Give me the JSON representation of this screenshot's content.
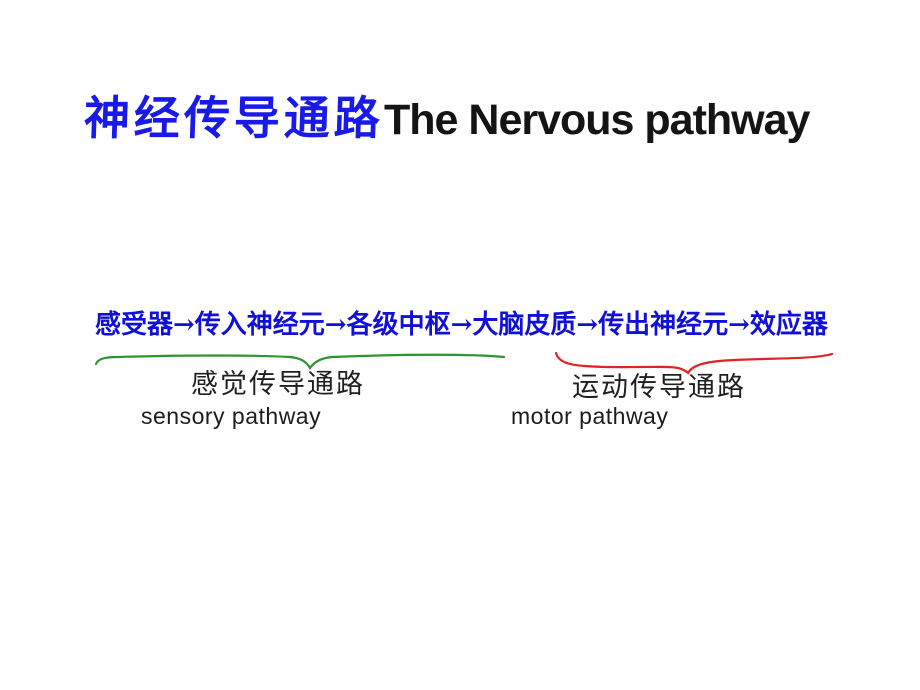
{
  "title": {
    "zh": "神经传导通路",
    "en": "The Nervous pathway"
  },
  "flow": {
    "text": "感受器→传入神经元→各级中枢→大脑皮质→传出神经元→效应器",
    "color": "#1010d8"
  },
  "groups": [
    {
      "zh_label": "感觉传导通路",
      "en_label": "sensory pathway",
      "brace_color": "#2e9430"
    },
    {
      "zh_label": "运动传导通路",
      "en_label": "motor pathway",
      "brace_color": "#df2423"
    }
  ],
  "colors": {
    "background": "#ffffff",
    "title_zh": "#1a1ae8",
    "title_en": "#141414",
    "label_text": "#1f1f1f"
  }
}
